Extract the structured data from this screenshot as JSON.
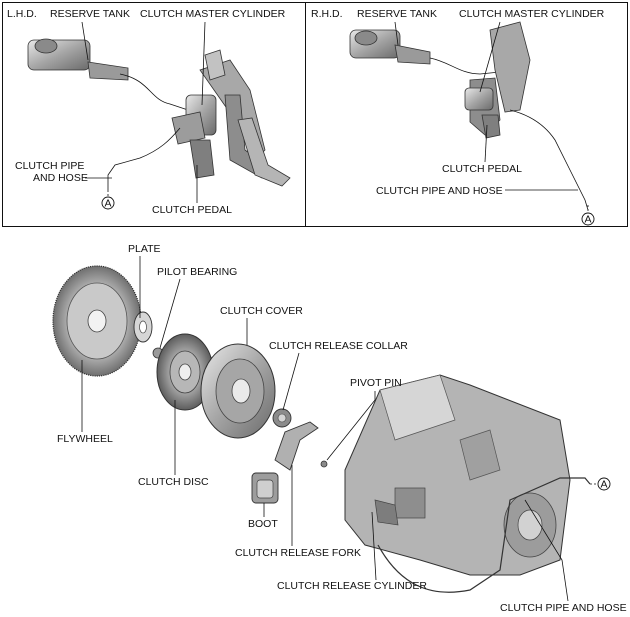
{
  "panels": {
    "lhd": {
      "title": "L.H.D.",
      "reserve_tank": "RESERVE TANK",
      "clutch_master_cylinder": "CLUTCH MASTER CYLINDER",
      "clutch_pipe_line1": "CLUTCH PIPE",
      "clutch_pipe_line2": "AND HOSE",
      "clutch_pedal": "CLUTCH PEDAL",
      "connector": "A"
    },
    "rhd": {
      "title": "R.H.D.",
      "reserve_tank": "RESERVE TANK",
      "clutch_master_cylinder": "CLUTCH MASTER CYLINDER",
      "clutch_pedal": "CLUTCH PEDAL",
      "clutch_pipe_and_hose": "CLUTCH PIPE AND HOSE",
      "connector": "A"
    }
  },
  "exploded": {
    "plate": "PLATE",
    "pilot_bearing": "PILOT BEARING",
    "clutch_cover": "CLUTCH COVER",
    "clutch_release_collar": "CLUTCH RELEASE COLLAR",
    "pivot_pin": "PIVOT PIN",
    "flywheel": "FLYWHEEL",
    "clutch_disc": "CLUTCH DISC",
    "boot": "BOOT",
    "clutch_release_fork": "CLUTCH RELEASE FORK",
    "clutch_release_cylinder": "CLUTCH RELEASE CYLINDER",
    "clutch_pipe_and_hose": "CLUTCH PIPE AND HOSE",
    "connector": "A"
  },
  "colors": {
    "line": "#111111",
    "part_fill": "#bdbdbd",
    "part_dark": "#7a7a7a",
    "part_light": "#e2e2e2"
  }
}
